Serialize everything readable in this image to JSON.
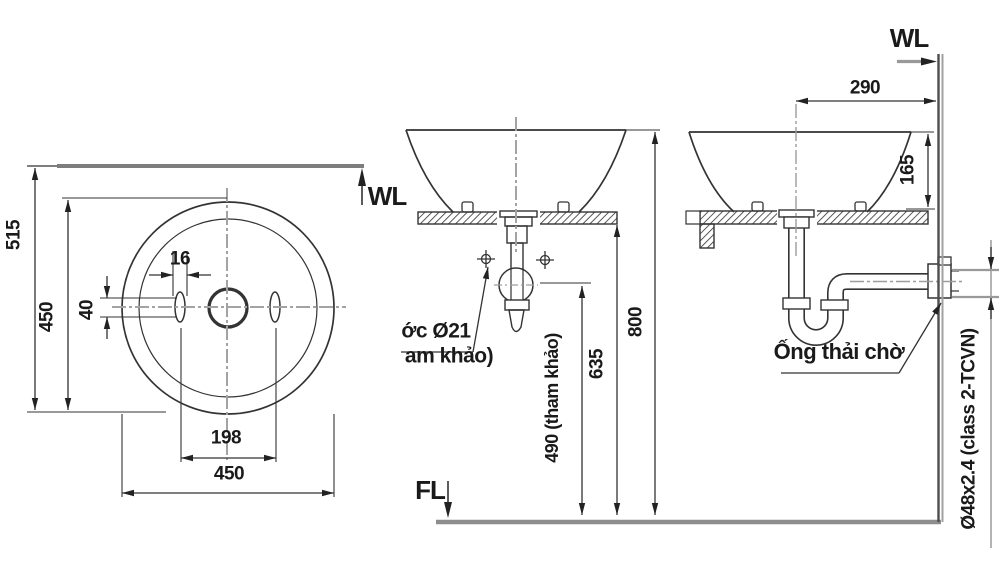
{
  "views": {
    "top_view": {
      "wall_label": "WL",
      "dim_overall_height": "515",
      "dim_rim_height": "450",
      "dim_hole_offset": "40",
      "dim_hole_width": "16",
      "dim_hole_spacing": "198",
      "dim_overall_width": "450"
    },
    "front_view": {
      "note_line1": "ớc Ø21",
      "note_line2": "am khảo)",
      "dim_trap_height": "490 (tham khảo)",
      "dim_counter_height": "635",
      "dim_rim_height": "800",
      "floor_label": "FL"
    },
    "side_view": {
      "wall_label": "WL",
      "dim_center_to_wall": "290",
      "dim_bowl_height": "165",
      "drain_note": "Ống thải chờ",
      "pipe_spec": "Ø48x2.4 (class 2-TCVN)"
    }
  },
  "colors": {
    "line": "#333333",
    "centerline": "#9c9c9c",
    "reference_line": "#8d8d8d",
    "text": "#1a1a1a",
    "background": "#ffffff"
  }
}
